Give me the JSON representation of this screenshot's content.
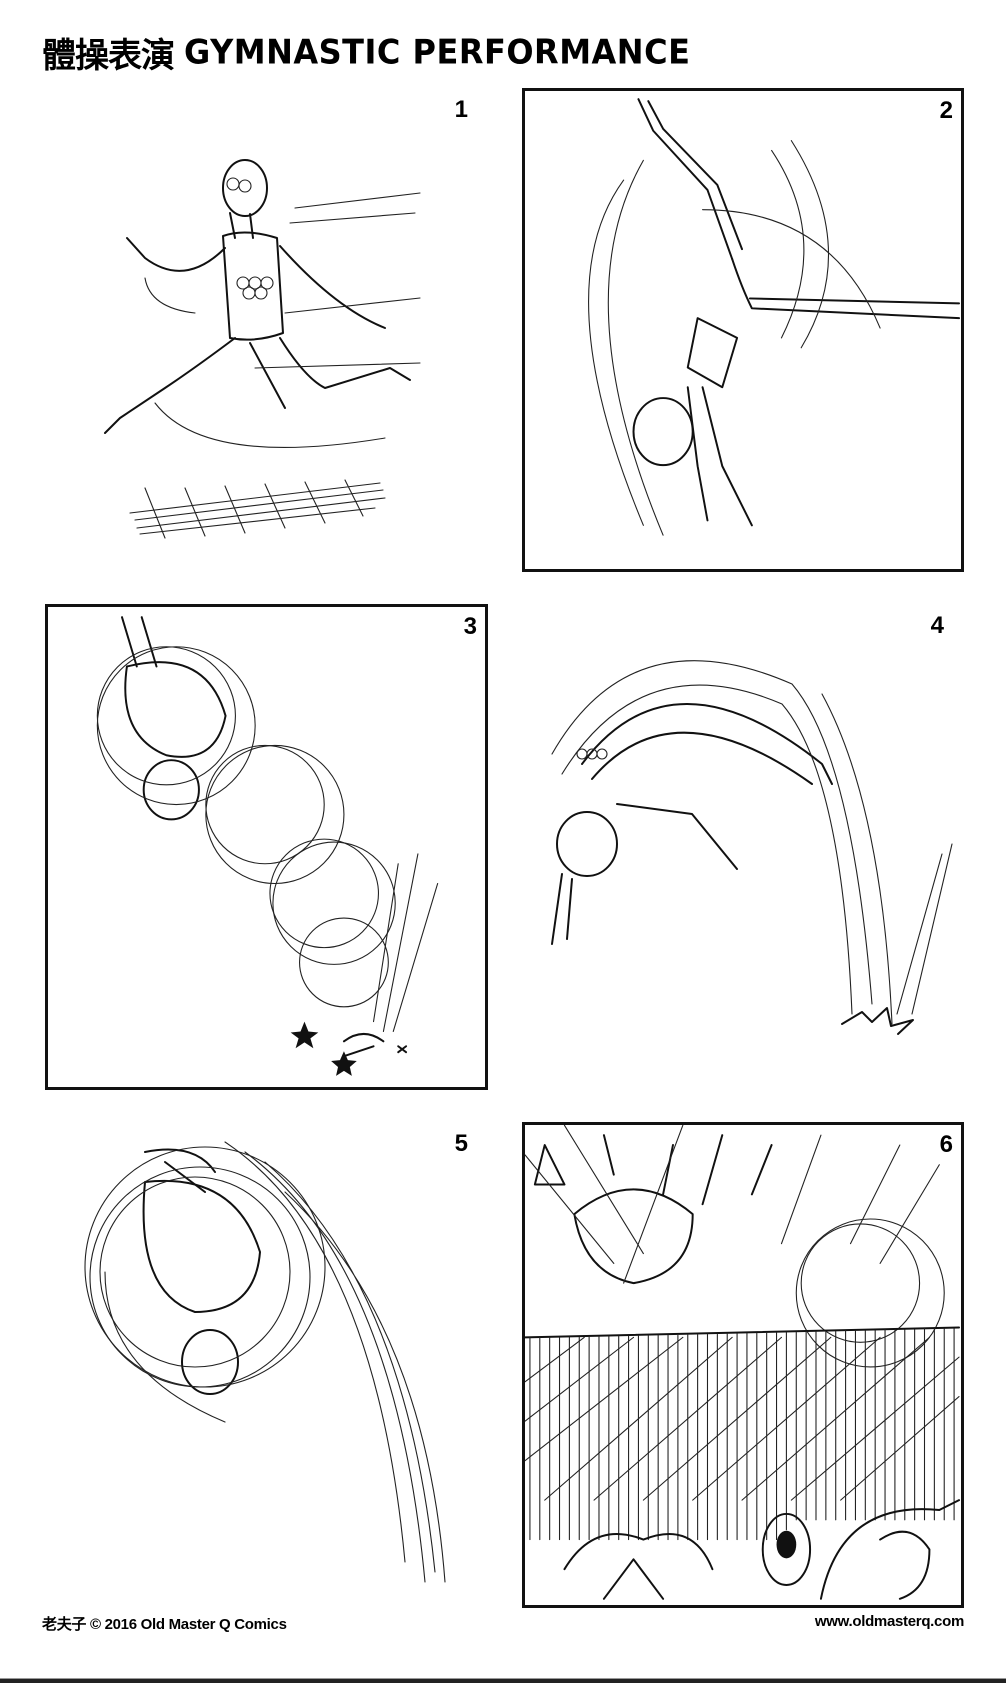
{
  "header": {
    "title_zh": "體操表演",
    "title_en": "GYMNASTIC PERFORMANCE"
  },
  "panels": [
    {
      "number": "1",
      "framed": false,
      "scene": "Old Master Q leaping mid-stride wearing an Olympic-rings vest, net below"
    },
    {
      "number": "2",
      "framed": true,
      "scene": "Upside-down handspring with motion arcs"
    },
    {
      "number": "3",
      "framed": true,
      "scene": "Tucked somersault spinning down with swirl lines, stars on impact"
    },
    {
      "number": "4",
      "framed": false,
      "scene": "Back arch flip, head down, spark on landing"
    },
    {
      "number": "5",
      "framed": false,
      "scene": "Curled somersault with long motion trails"
    },
    {
      "number": "6",
      "framed": true,
      "scene": "Crashing through the net, shattered debris, spectators covering heads"
    }
  ],
  "footer": {
    "copyright": "老夫子 © 2016 Old Master Q Comics",
    "website": "www.oldmasterq.com"
  }
}
